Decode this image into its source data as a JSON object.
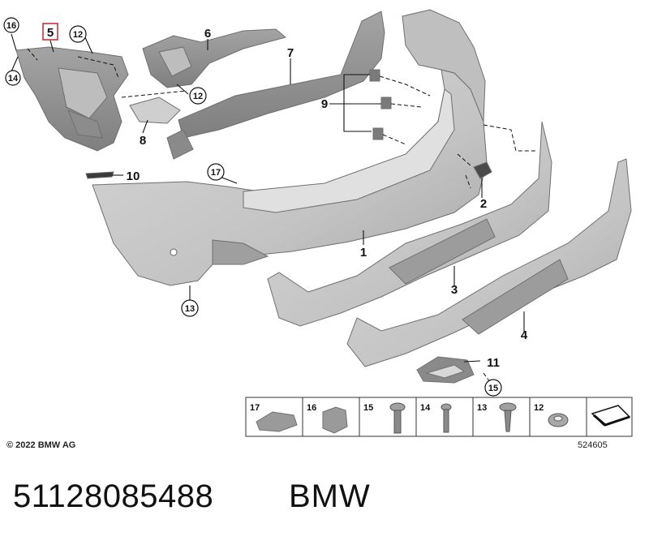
{
  "callouts": {
    "c1": "1",
    "c2": "2",
    "c3": "3",
    "c4": "4",
    "c5": "5",
    "c6": "6",
    "c7": "7",
    "c8": "8",
    "c9": "9",
    "c10": "10",
    "c11": "11",
    "c12a": "12",
    "c12b": "12",
    "c13": "13",
    "c14": "14",
    "c15": "15",
    "c16": "16",
    "c17": "17"
  },
  "legend": {
    "items": [
      "17",
      "16",
      "15",
      "14",
      "13",
      "12"
    ]
  },
  "footer": {
    "copyright": "© 2022 BMW AG",
    "drawing_number": "524605"
  },
  "caption": {
    "part_number": "51128085488",
    "brand": "BMW"
  },
  "colors": {
    "part_fill": "#c8c8c8",
    "part_shade": "#a9a9a9",
    "bracket_fill": "#9a9a9a",
    "highlight_box": "#c0272d"
  }
}
